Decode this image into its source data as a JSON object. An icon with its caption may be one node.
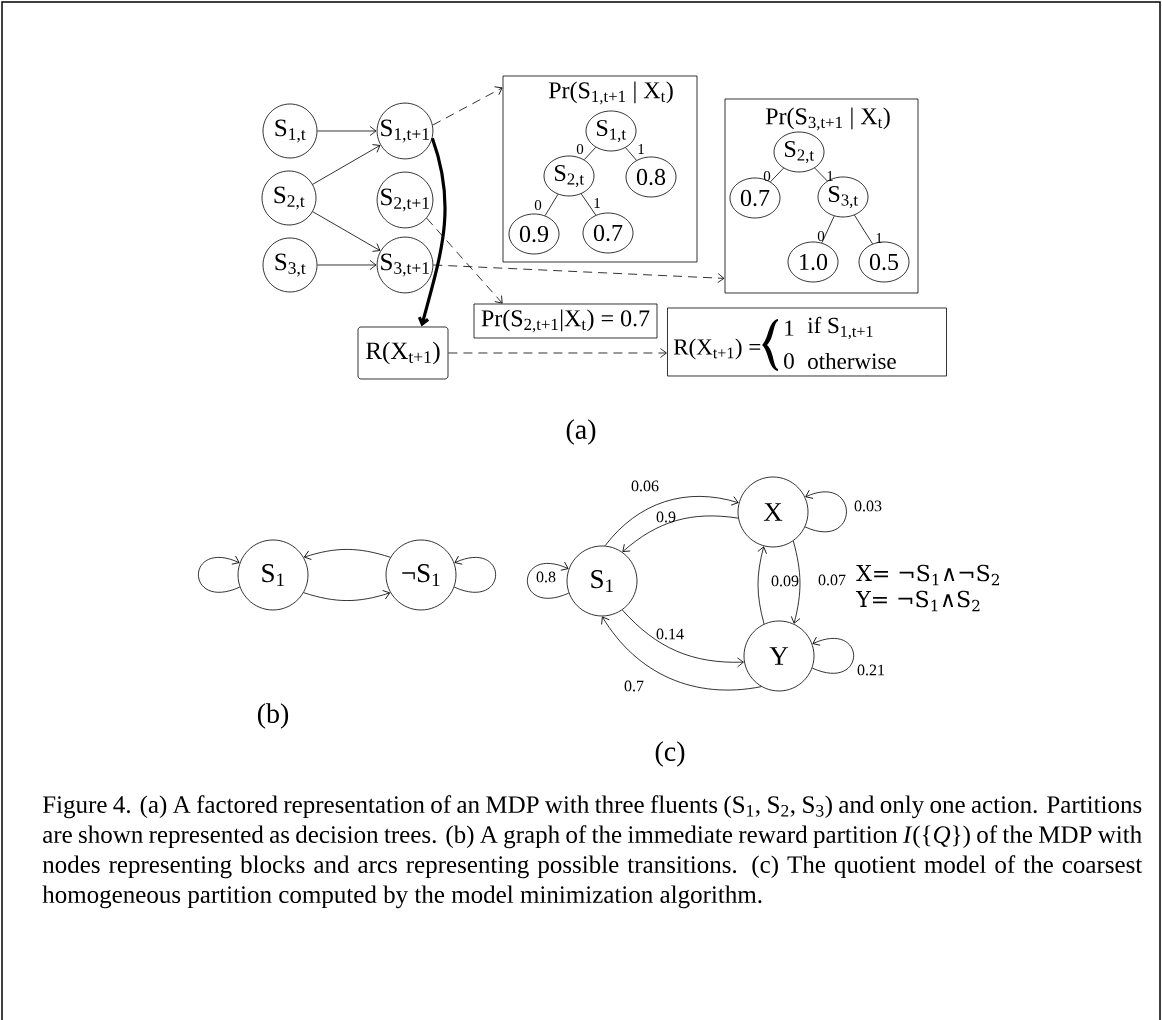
{
  "diagram": {
    "caption": "Figure 4. (a) A factored representation of an MDP with three fluents (S$_{1}$, S$_{2}$, S$_{3}$) and only one action. Partitions are shown represented as decision trees. (b) A graph of the immediate reward partition *I*({*Q*}) of the MDP with nodes representing blocks and arcs representing possible transitions. (c) The quotient model of the coarsest homogeneous partition computed by the model minimization algorithm.",
    "nodes": [
      {
        "text": [
          "S$_{1,t}$"
        ]
      },
      {
        "text": [
          "S$_{2,t}$"
        ]
      },
      {
        "text": [
          "S$_{3,t}$"
        ]
      },
      {
        "text": [
          "S$_{1,t+1}$"
        ]
      },
      {
        "text": [
          "S$_{2,t+1}$"
        ]
      },
      {
        "text": [
          "S$_{3,t+1}$"
        ]
      },
      {
        "text": [
          "R(X$_{t+1}$)"
        ]
      },
      {
        "text": [
          "Pr(S$_{1,t+1}$ | X$_{t}$)"
        ]
      },
      {
        "text": [
          "S$_{1,t}$"
        ],
        "in": 7
      },
      {
        "text": [
          "S$_{2,t}$"
        ],
        "in": 7
      },
      {
        "text": [
          "0.8"
        ],
        "in": 7
      },
      {
        "text": [
          "0.9"
        ],
        "in": 7
      },
      {
        "text": [
          "0.7"
        ],
        "in": 7
      },
      {
        "text": [
          "Pr(S$_{3,t+1}$ | X$_{t}$)"
        ]
      },
      {
        "text": [
          "S$_{2,t}$"
        ],
        "in": 13
      },
      {
        "text": [
          "0.7"
        ],
        "in": 13
      },
      {
        "text": [
          "S$_{3,t}$"
        ],
        "in": 13
      },
      {
        "text": [
          "1.0"
        ],
        "in": 13
      },
      {
        "text": [
          "0.5"
        ],
        "in": 13
      },
      {
        "text": [
          "Pr(S$_{2,t+1}$|X$_{t}$) = 0.7"
        ]
      },
      {
        "text": [
          "R(X$_{t+1}$) =",
          "1",
          "if S$_{1,t+1}$",
          "0",
          "otherwise"
        ]
      },
      {
        "text": [
          "S$_{1}$"
        ]
      },
      {
        "text": [
          "¬S$_{1}$"
        ]
      },
      {
        "text": [
          "S$_{1}$"
        ]
      },
      {
        "text": [
          "X"
        ]
      },
      {
        "text": [
          "Y"
        ]
      }
    ],
    "edges": [
      {
        "from": 0,
        "to": 3,
        "arrow": "to"
      },
      {
        "from": 1,
        "to": 3,
        "arrow": "to"
      },
      {
        "from": 1,
        "to": 5,
        "arrow": "to"
      },
      {
        "from": 2,
        "to": 5,
        "arrow": "to"
      },
      {
        "from": 3,
        "to": 6,
        "arrow": "to",
        "style": "thick"
      },
      {
        "from": 3,
        "to": 7,
        "arrow": "to",
        "style": "dashed"
      },
      {
        "from": 4,
        "to": 19,
        "arrow": "to",
        "style": "dashed"
      },
      {
        "from": 5,
        "to": 13,
        "arrow": "to",
        "style": "dashed"
      },
      {
        "from": 6,
        "to": 20,
        "arrow": "to",
        "style": "dashed"
      },
      {
        "from": 8,
        "to": 9,
        "arrow": "none",
        "label": "0"
      },
      {
        "from": 8,
        "to": 10,
        "arrow": "none",
        "label": "1"
      },
      {
        "from": 9,
        "to": 11,
        "arrow": "none",
        "label": "0"
      },
      {
        "from": 9,
        "to": 12,
        "arrow": "none",
        "label": "1"
      },
      {
        "from": 14,
        "to": 15,
        "arrow": "none",
        "label": "0"
      },
      {
        "from": 14,
        "to": 16,
        "arrow": "none",
        "label": "1"
      },
      {
        "from": 16,
        "to": 17,
        "arrow": "none",
        "label": "0"
      },
      {
        "from": 16,
        "to": 18,
        "arrow": "none",
        "label": "1"
      },
      {
        "from": 21,
        "to": 21,
        "arrow": "to"
      },
      {
        "from": 22,
        "to": 21,
        "arrow": "to"
      },
      {
        "from": 21,
        "to": 22,
        "arrow": "to"
      },
      {
        "from": 22,
        "to": 22,
        "arrow": "to"
      },
      {
        "from": 23,
        "to": 23,
        "arrow": "to",
        "label": "0.8"
      },
      {
        "from": 23,
        "to": 24,
        "arrow": "to",
        "label": "0.06"
      },
      {
        "from": 24,
        "to": 23,
        "arrow": "to",
        "label": "0.9"
      },
      {
        "from": 24,
        "to": 24,
        "arrow": "to",
        "label": "0.03"
      },
      {
        "from": 25,
        "to": 24,
        "arrow": "to",
        "label": "0.09"
      },
      {
        "from": 24,
        "to": 25,
        "arrow": "to",
        "label": "0.07"
      },
      {
        "from": 23,
        "to": 25,
        "arrow": "to",
        "label": "0.14"
      },
      {
        "from": 25,
        "to": 23,
        "arrow": "to",
        "label": "0.7"
      },
      {
        "from": 25,
        "to": 25,
        "arrow": "to",
        "label": "0.21"
      }
    ],
    "labels": [
      "(a)",
      "X= ¬S$_{1}$∧¬S$_{2}$",
      "Y= ¬S$_{1}$∧S$_{2}$",
      "(b)",
      "(c)"
    ]
  }
}
